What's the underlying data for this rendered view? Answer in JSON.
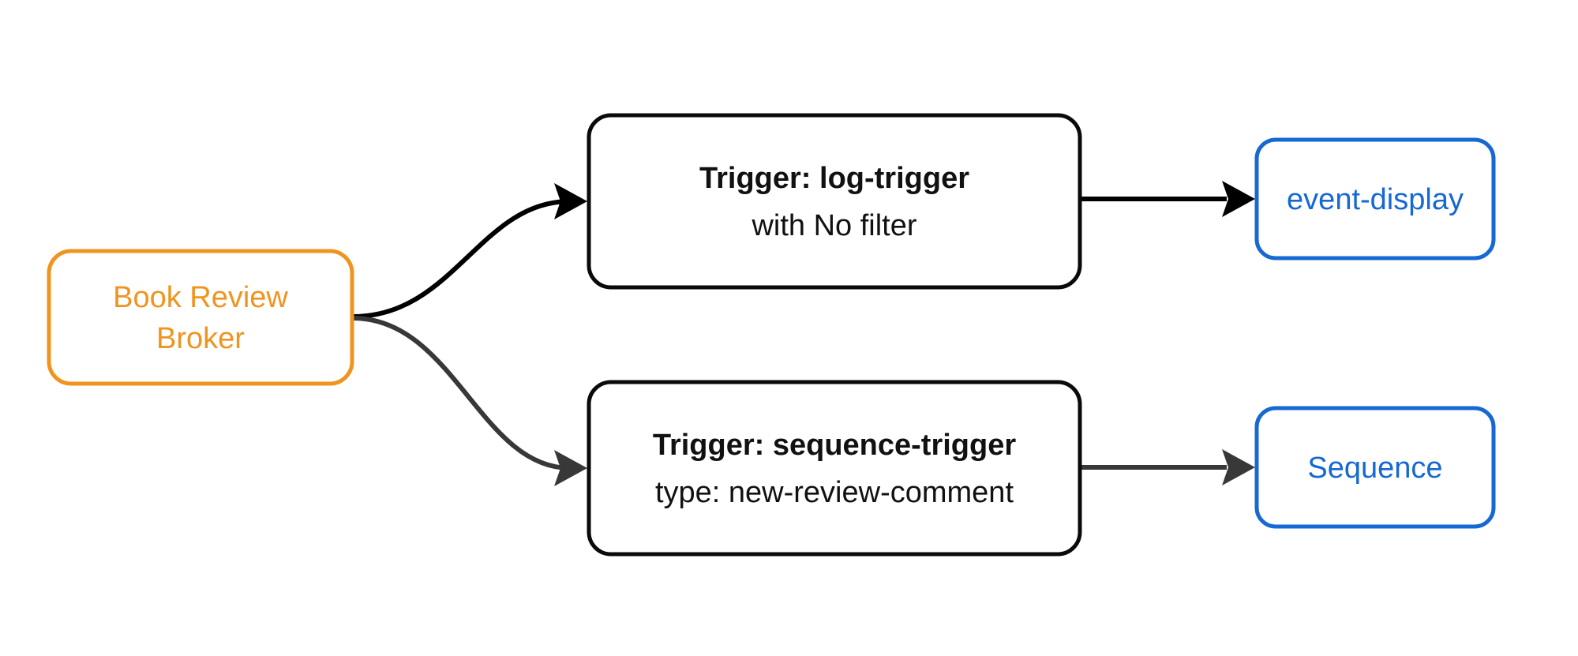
{
  "diagram": {
    "type": "flowchart",
    "direction": "left-to-right",
    "background_color": "#ffffff",
    "broker": {
      "label_line1": "Book Review",
      "label_line2": "Broker",
      "color": "#F09420"
    },
    "trigger_log": {
      "title": "Trigger: log-trigger",
      "subtitle": "with No filter",
      "border_color": "#0a0a0a",
      "text_color": "#111111"
    },
    "trigger_sequence": {
      "title": "Trigger: sequence-trigger",
      "subtitle": "type: new-review-comment",
      "border_color": "#0a0a0a",
      "text_color": "#111111"
    },
    "event_display": {
      "label": "event-display",
      "color": "#1668D2"
    },
    "sequence": {
      "label": "Sequence",
      "color": "#1668D2"
    },
    "edges": {
      "top_flow_color": "#000000",
      "bottom_flow_color": "#383838"
    }
  }
}
